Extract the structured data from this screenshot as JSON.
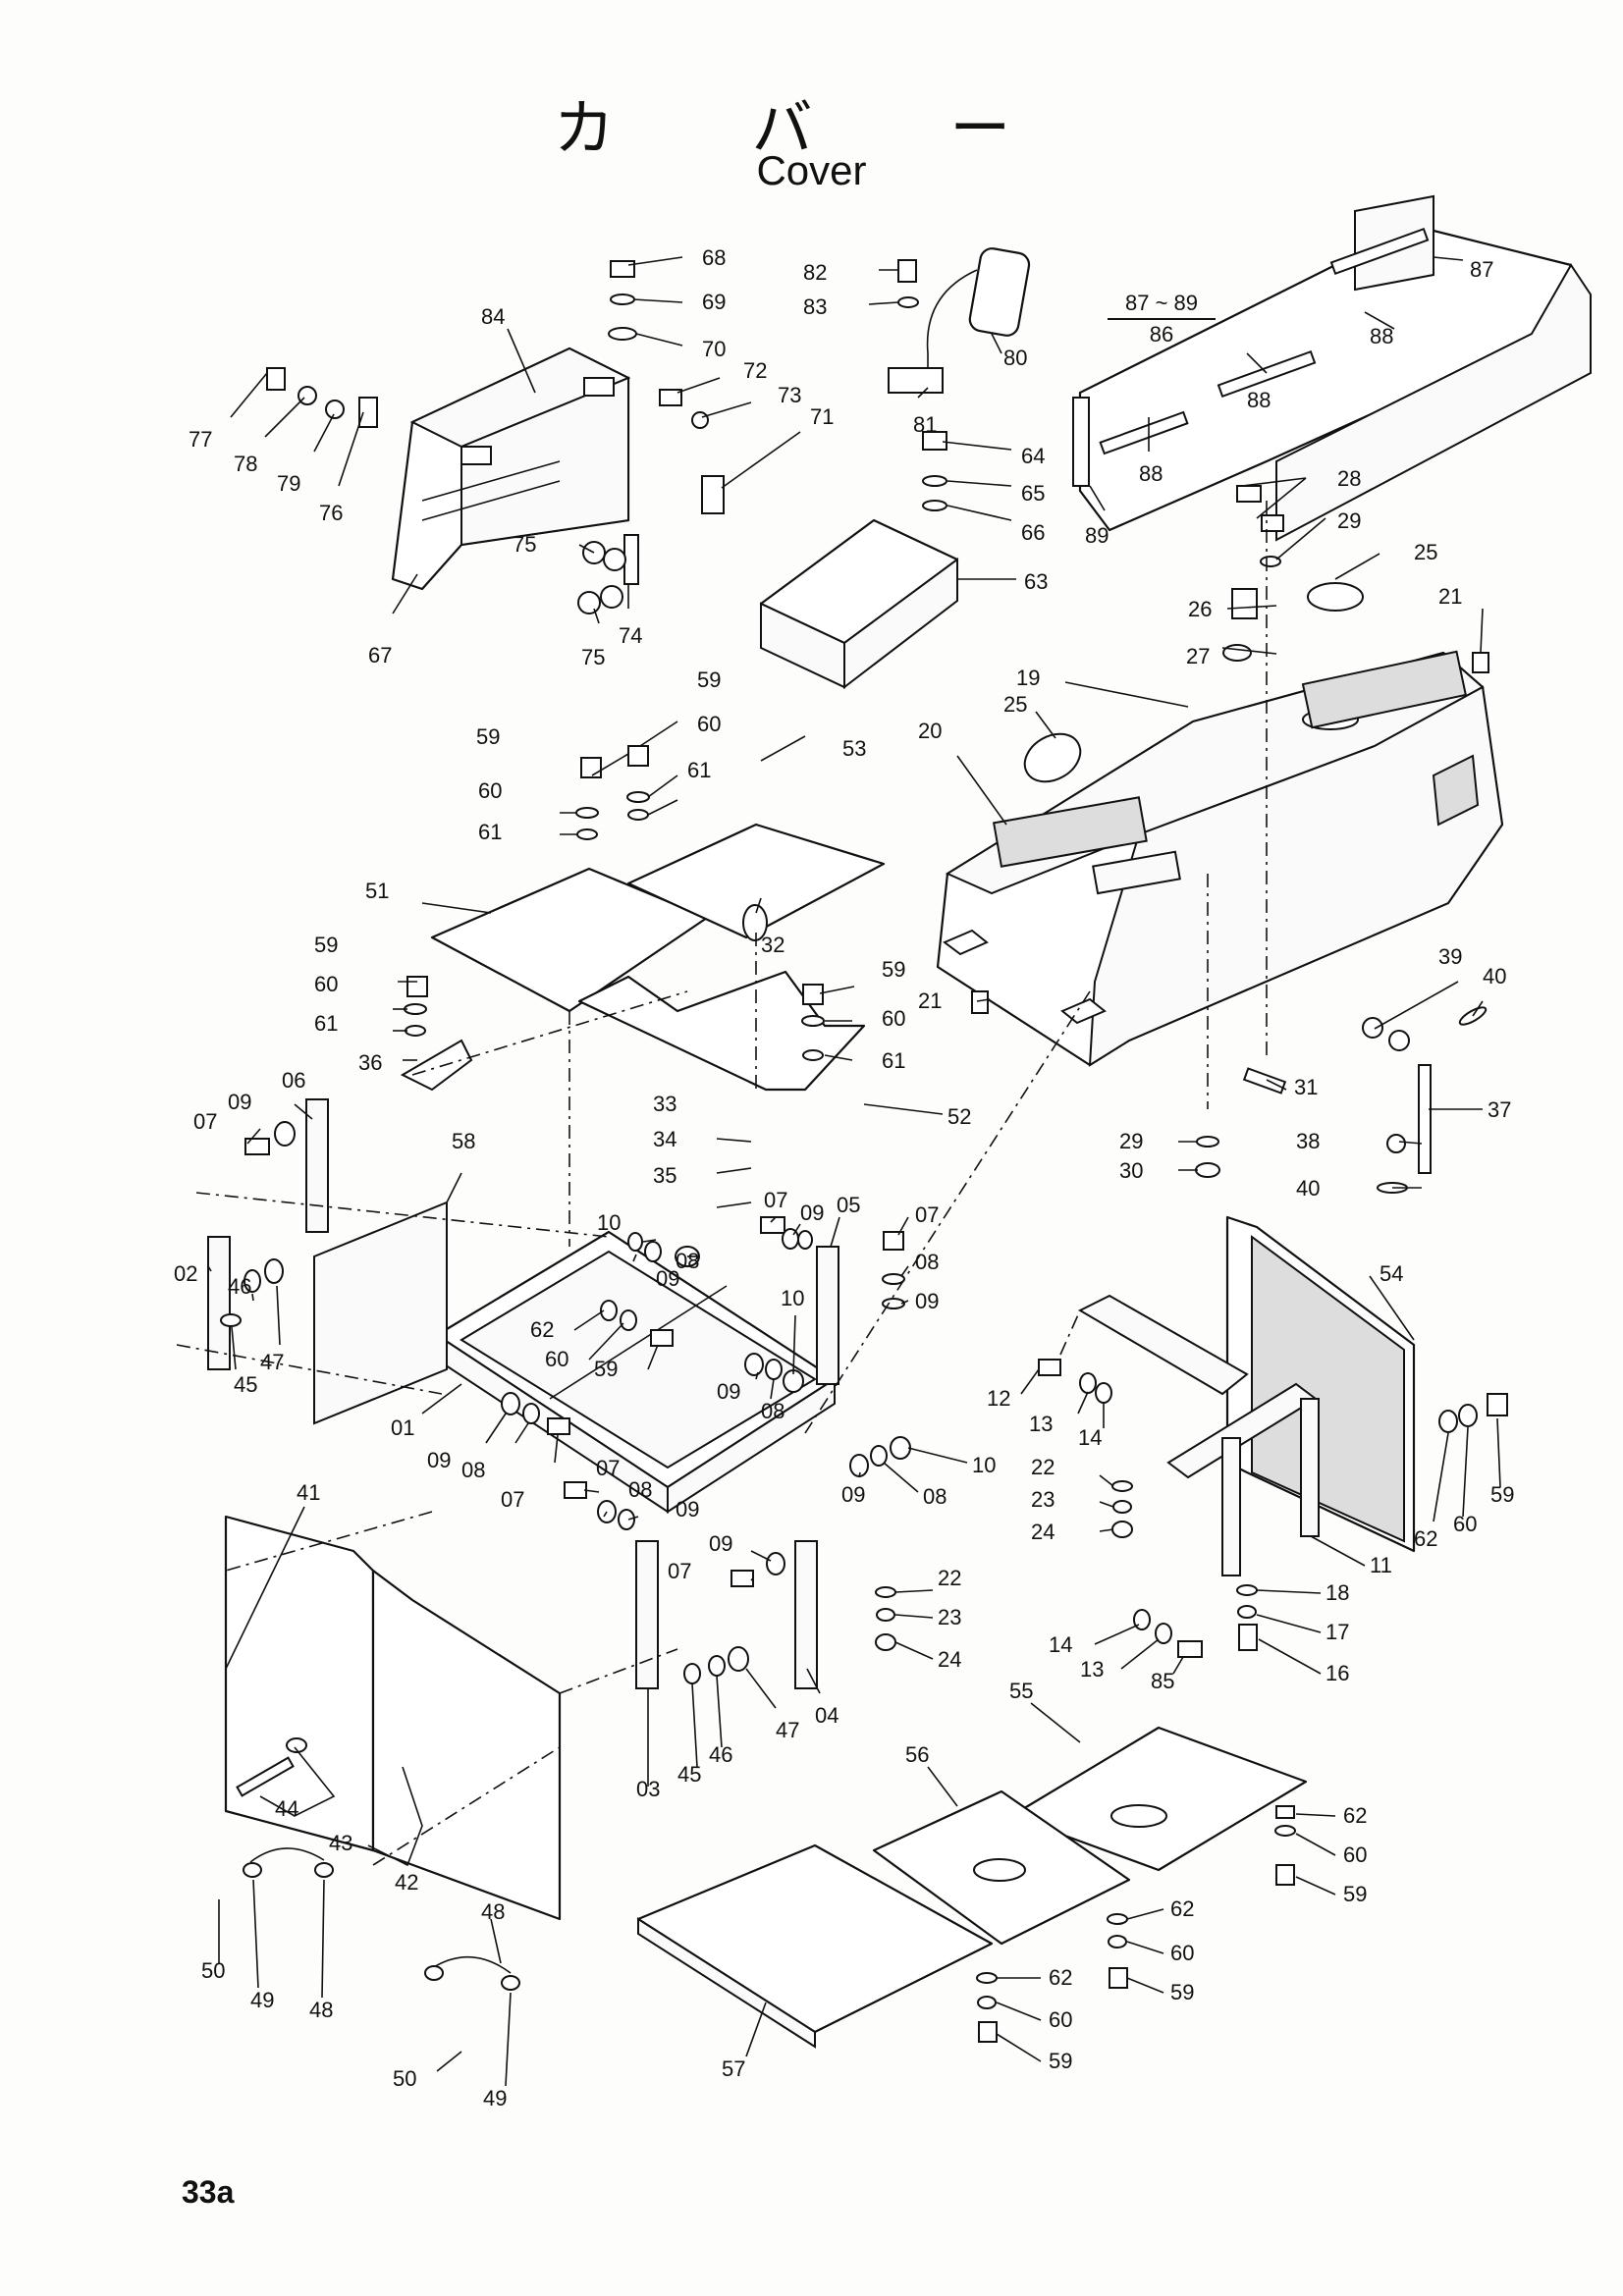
{
  "title_jp": "カ バ ー",
  "title_en": "Cover",
  "page_number": "33a",
  "note": {
    "numerator": "87 ~ 89",
    "denominator": "86"
  },
  "callouts": [
    {
      "id": "c68",
      "text": "68"
    },
    {
      "id": "c69",
      "text": "69"
    },
    {
      "id": "c70",
      "text": "70"
    },
    {
      "id": "c72",
      "text": "72"
    },
    {
      "id": "c73",
      "text": "73"
    },
    {
      "id": "c71",
      "text": "71"
    },
    {
      "id": "c84",
      "text": "84"
    },
    {
      "id": "c77",
      "text": "77"
    },
    {
      "id": "c78",
      "text": "78"
    },
    {
      "id": "c79",
      "text": "79"
    },
    {
      "id": "c76",
      "text": "76"
    },
    {
      "id": "c75a",
      "text": "75"
    },
    {
      "id": "c75b",
      "text": "75"
    },
    {
      "id": "c74",
      "text": "74"
    },
    {
      "id": "c67",
      "text": "67"
    },
    {
      "id": "c82",
      "text": "82"
    },
    {
      "id": "c83",
      "text": "83"
    },
    {
      "id": "c81",
      "text": "81"
    },
    {
      "id": "c80",
      "text": "80"
    },
    {
      "id": "c64",
      "text": "64"
    },
    {
      "id": "c65",
      "text": "65"
    },
    {
      "id": "c66",
      "text": "66"
    },
    {
      "id": "c63",
      "text": "63"
    },
    {
      "id": "c87",
      "text": "87"
    },
    {
      "id": "c88a",
      "text": "88"
    },
    {
      "id": "c88b",
      "text": "88"
    },
    {
      "id": "c88c",
      "text": "88"
    },
    {
      "id": "c89",
      "text": "89"
    },
    {
      "id": "c28",
      "text": "28"
    },
    {
      "id": "c29a",
      "text": "29"
    },
    {
      "id": "c25a",
      "text": "25"
    },
    {
      "id": "c26",
      "text": "26"
    },
    {
      "id": "c27",
      "text": "27"
    },
    {
      "id": "c21a",
      "text": "21"
    },
    {
      "id": "c19",
      "text": "19"
    },
    {
      "id": "c25b",
      "text": "25"
    },
    {
      "id": "c20",
      "text": "20"
    },
    {
      "id": "c21b",
      "text": "21"
    },
    {
      "id": "c39",
      "text": "39"
    },
    {
      "id": "c40a",
      "text": "40"
    },
    {
      "id": "c37",
      "text": "37"
    },
    {
      "id": "c38",
      "text": "38"
    },
    {
      "id": "c40b",
      "text": "40"
    },
    {
      "id": "c31",
      "text": "31"
    },
    {
      "id": "c29b",
      "text": "29"
    },
    {
      "id": "c30",
      "text": "30"
    },
    {
      "id": "c59a",
      "text": "59"
    },
    {
      "id": "c60a",
      "text": "60"
    },
    {
      "id": "c61a",
      "text": "61"
    },
    {
      "id": "c59b",
      "text": "59"
    },
    {
      "id": "c60b",
      "text": "60"
    },
    {
      "id": "c61b",
      "text": "61"
    },
    {
      "id": "c53",
      "text": "53"
    },
    {
      "id": "c51",
      "text": "51"
    },
    {
      "id": "c32",
      "text": "32"
    },
    {
      "id": "c59c",
      "text": "59"
    },
    {
      "id": "c60c",
      "text": "60"
    },
    {
      "id": "c61c",
      "text": "61"
    },
    {
      "id": "c36",
      "text": "36"
    },
    {
      "id": "c59d",
      "text": "59"
    },
    {
      "id": "c60d",
      "text": "60"
    },
    {
      "id": "c61d",
      "text": "61"
    },
    {
      "id": "c52",
      "text": "52"
    },
    {
      "id": "c33",
      "text": "33"
    },
    {
      "id": "c34",
      "text": "34"
    },
    {
      "id": "c35",
      "text": "35"
    },
    {
      "id": "c06",
      "text": "06"
    },
    {
      "id": "c09a",
      "text": "09"
    },
    {
      "id": "c07a",
      "text": "07"
    },
    {
      "id": "c58",
      "text": "58"
    },
    {
      "id": "c02",
      "text": "02"
    },
    {
      "id": "c46a",
      "text": "46"
    },
    {
      "id": "c47a",
      "text": "47"
    },
    {
      "id": "c45a",
      "text": "45"
    },
    {
      "id": "c10a",
      "text": "10"
    },
    {
      "id": "c08a",
      "text": "08"
    },
    {
      "id": "c09b",
      "text": "09"
    },
    {
      "id": "c07b",
      "text": "07"
    },
    {
      "id": "c09c",
      "text": "09"
    },
    {
      "id": "c05",
      "text": "05"
    },
    {
      "id": "c07c",
      "text": "07"
    },
    {
      "id": "c08b",
      "text": "08"
    },
    {
      "id": "c09d",
      "text": "09"
    },
    {
      "id": "c62a",
      "text": "62"
    },
    {
      "id": "c60e",
      "text": "60"
    },
    {
      "id": "c59e",
      "text": "59"
    },
    {
      "id": "c10b",
      "text": "10"
    },
    {
      "id": "c09e",
      "text": "09"
    },
    {
      "id": "c08c",
      "text": "08"
    },
    {
      "id": "c01",
      "text": "01"
    },
    {
      "id": "c09f",
      "text": "09"
    },
    {
      "id": "c08d",
      "text": "08"
    },
    {
      "id": "c07d",
      "text": "07"
    },
    {
      "id": "c07e",
      "text": "07"
    },
    {
      "id": "c08e",
      "text": "08"
    },
    {
      "id": "c09g",
      "text": "09"
    },
    {
      "id": "c09h",
      "text": "09"
    },
    {
      "id": "c08f",
      "text": "08"
    },
    {
      "id": "c10c",
      "text": "10"
    },
    {
      "id": "c09i",
      "text": "09"
    },
    {
      "id": "c07f",
      "text": "07"
    },
    {
      "id": "c41",
      "text": "41"
    },
    {
      "id": "c22a",
      "text": "22"
    },
    {
      "id": "c23a",
      "text": "23"
    },
    {
      "id": "c24a",
      "text": "24"
    },
    {
      "id": "c03",
      "text": "03"
    },
    {
      "id": "c45b",
      "text": "45"
    },
    {
      "id": "c46b",
      "text": "46"
    },
    {
      "id": "c47b",
      "text": "47"
    },
    {
      "id": "c04",
      "text": "04"
    },
    {
      "id": "c54",
      "text": "54"
    },
    {
      "id": "c12",
      "text": "12"
    },
    {
      "id": "c13a",
      "text": "13"
    },
    {
      "id": "c14a",
      "text": "14"
    },
    {
      "id": "c22b",
      "text": "22"
    },
    {
      "id": "c23b",
      "text": "23"
    },
    {
      "id": "c24b",
      "text": "24"
    },
    {
      "id": "c62b",
      "text": "62"
    },
    {
      "id": "c60f",
      "text": "60"
    },
    {
      "id": "c59f",
      "text": "59"
    },
    {
      "id": "c11",
      "text": "11"
    },
    {
      "id": "c18",
      "text": "18"
    },
    {
      "id": "c17",
      "text": "17"
    },
    {
      "id": "c16",
      "text": "16"
    },
    {
      "id": "c14b",
      "text": "14"
    },
    {
      "id": "c13b",
      "text": "13"
    },
    {
      "id": "c85",
      "text": "85"
    },
    {
      "id": "c55",
      "text": "55"
    },
    {
      "id": "c56",
      "text": "56"
    },
    {
      "id": "c62c",
      "text": "62"
    },
    {
      "id": "c60g",
      "text": "60"
    },
    {
      "id": "c59g",
      "text": "59"
    },
    {
      "id": "c62d",
      "text": "62"
    },
    {
      "id": "c60h",
      "text": "60"
    },
    {
      "id": "c59h",
      "text": "59"
    },
    {
      "id": "c62e",
      "text": "62"
    },
    {
      "id": "c60i",
      "text": "60"
    },
    {
      "id": "c59i",
      "text": "59"
    },
    {
      "id": "c57",
      "text": "57"
    },
    {
      "id": "c44",
      "text": "44"
    },
    {
      "id": "c43",
      "text": "43"
    },
    {
      "id": "c42",
      "text": "42"
    },
    {
      "id": "c50a",
      "text": "50"
    },
    {
      "id": "c49a",
      "text": "49"
    },
    {
      "id": "c48a",
      "text": "48"
    },
    {
      "id": "c48b",
      "text": "48"
    },
    {
      "id": "c50b",
      "text": "50"
    },
    {
      "id": "c49b",
      "text": "49"
    }
  ]
}
